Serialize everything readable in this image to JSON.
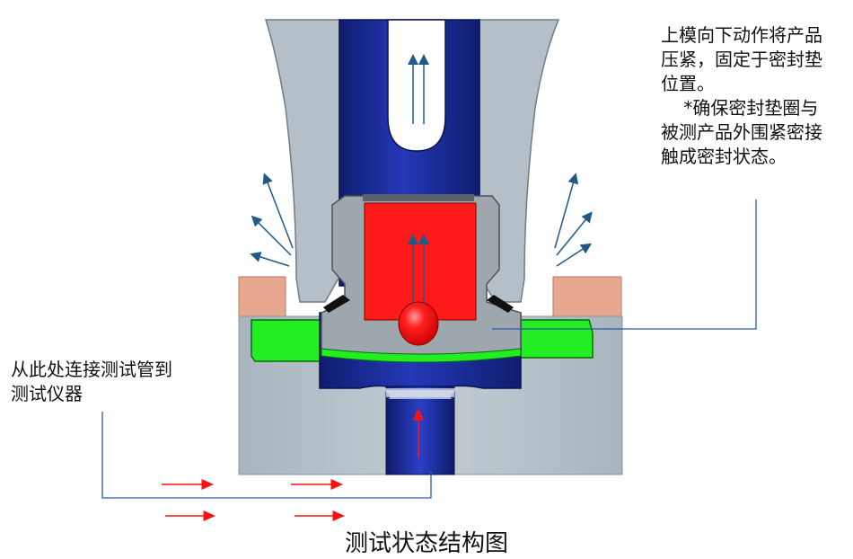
{
  "annotations": {
    "top_right": [
      "上模向下动作将产品",
      "压紧，固定于密封垫",
      "位置。",
      "    *确保密封垫圈与",
      "被测产品外围紧密接",
      "触成密封状态。"
    ],
    "left": [
      "从此处连接测试管到",
      "测试仪器"
    ]
  },
  "caption": "测试状态结构图",
  "colors": {
    "housing_gray": "#b4bfc7",
    "housing_edge": "#6f7c86",
    "plunger_blue": "#1a2a8c",
    "product_red": "#ff1a1a",
    "seal_green": "#22ee22",
    "copper_pad": "#e8a890",
    "flow_arrow_blue": "#1f5a8a",
    "flow_arrow_red": "#ff1010",
    "leader_line": "#2a5aa8"
  }
}
